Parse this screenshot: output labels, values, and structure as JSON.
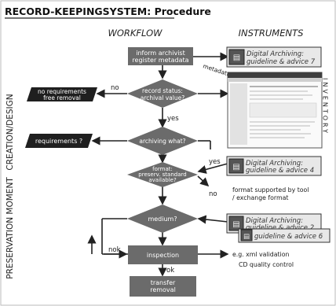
{
  "title": "RECORD-KEEPINGSYSTEM: Procedure",
  "headers": {
    "workflow": "WORKFLOW",
    "instruments": "INSTRUMENTS"
  },
  "phases": {
    "creation": "CREATION/DESIGN",
    "preservation": "PRESERVATION MOMENT"
  },
  "process": {
    "inform_line1": "inform archivist",
    "inform_line2": "register metadata",
    "inspection": "inspection",
    "transfer_line1": "transfer",
    "transfer_line2": "removal"
  },
  "decisions": {
    "record_status_line1": "record status:",
    "record_status_line2": "archival value?",
    "archiving_what": "archiving what?",
    "format_line1": "format:",
    "format_line2": "preserv. standard",
    "format_line3": "available?",
    "medium": "medium?"
  },
  "outputs": {
    "no_req_line1": "no requirements",
    "no_req_line2": "free removal",
    "requirements": "requirements ?"
  },
  "edge_labels": {
    "no_1": "no",
    "yes_1": "yes",
    "yes_2": "yes",
    "no_2": "no",
    "nok": "nok",
    "ok": "ok",
    "metadata": "metadata"
  },
  "notes": {
    "format_line1": "format supported by tool",
    "format_line2": "/ exchange format",
    "validation_line1": "e.g. xml validation",
    "validation_line2": "CD quality control"
  },
  "instruments": {
    "g7_line1": "Digital Archiving:",
    "g7_line2": "guideline & advice 7",
    "g4_line1": "Digital Archiving:",
    "g4_line2": "guideline & advice 4",
    "g2_line1": "Digital Archiving:",
    "g2_line2": "guideline & advice 2",
    "g6_line1": "guideline & advice 6",
    "inventory": "INVENTORY"
  },
  "colors": {
    "node_fill": "#6b6b6b",
    "dark_fill": "#1f1f1f",
    "arrow": "#222222",
    "instrument_fill": "#e8e8e8"
  }
}
